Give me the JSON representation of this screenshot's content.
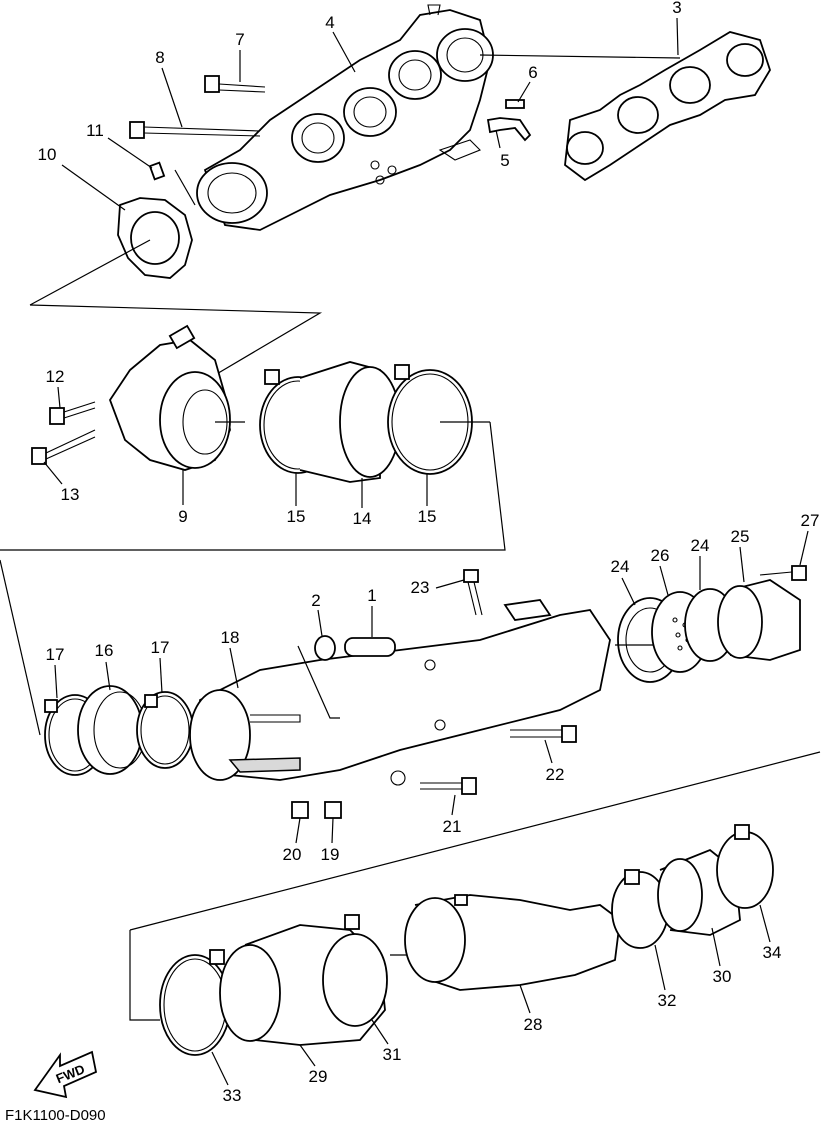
{
  "diagram_code": "F1K1100-D090",
  "direction_label": "FWD",
  "callouts": [
    {
      "num": "1",
      "part": "pipe"
    },
    {
      "num": "2",
      "part": "cap"
    },
    {
      "num": "3",
      "part": "exhaust-manifold-gasket"
    },
    {
      "num": "4",
      "part": "exhaust-manifold"
    },
    {
      "num": "5",
      "part": "water-fitting"
    },
    {
      "num": "6",
      "part": "dowel-pin"
    },
    {
      "num": "7",
      "part": "bolt"
    },
    {
      "num": "8",
      "part": "long-bolt"
    },
    {
      "num": "9",
      "part": "exhaust-joint"
    },
    {
      "num": "10",
      "part": "gasket"
    },
    {
      "num": "11",
      "part": "dowel-pin"
    },
    {
      "num": "12",
      "part": "bolt"
    },
    {
      "num": "13",
      "part": "bolt"
    },
    {
      "num": "14",
      "part": "hose-joint"
    },
    {
      "num": "15",
      "part": "hose-clamp"
    },
    {
      "num": "15",
      "part": "hose-clamp"
    },
    {
      "num": "16",
      "part": "hose"
    },
    {
      "num": "17",
      "part": "hose-clamp"
    },
    {
      "num": "17",
      "part": "hose-clamp"
    },
    {
      "num": "18",
      "part": "muffler"
    },
    {
      "num": "19",
      "part": "nut"
    },
    {
      "num": "20",
      "part": "nut"
    },
    {
      "num": "21",
      "part": "bolt"
    },
    {
      "num": "22",
      "part": "bolt"
    },
    {
      "num": "23",
      "part": "bolt"
    },
    {
      "num": "24",
      "part": "gasket"
    },
    {
      "num": "24",
      "part": "gasket"
    },
    {
      "num": "25",
      "part": "joint"
    },
    {
      "num": "26",
      "part": "plate"
    },
    {
      "num": "27",
      "part": "bolt"
    },
    {
      "num": "28",
      "part": "water-lock"
    },
    {
      "num": "29",
      "part": "hose"
    },
    {
      "num": "30",
      "part": "hose"
    },
    {
      "num": "31",
      "part": "hose-clamp"
    },
    {
      "num": "32",
      "part": "hose-clamp"
    },
    {
      "num": "33",
      "part": "hose-clamp"
    },
    {
      "num": "34",
      "part": "hose-clamp"
    }
  ]
}
